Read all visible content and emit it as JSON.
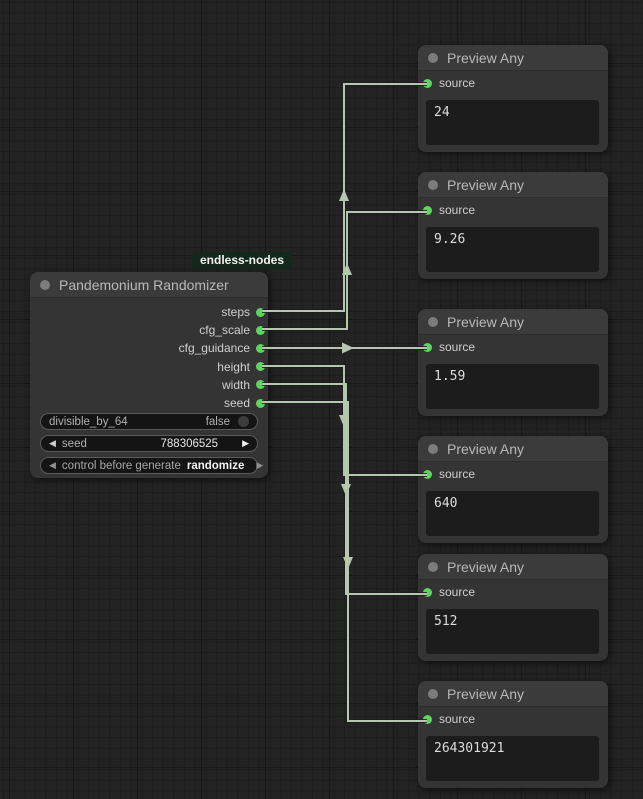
{
  "canvas": {
    "background": "#232323",
    "wire_color": "#b6c7b0",
    "port_color": "#5cd65c",
    "node_color": "#343434",
    "title_color": "#3b3b3b"
  },
  "badge": {
    "label": "endless-nodes"
  },
  "icons": {
    "arrow_left": "◀",
    "arrow_right": "▶"
  },
  "randomizer": {
    "title": "Pandemonium Randomizer",
    "outputs": [
      "steps",
      "cfg_scale",
      "cfg_guidance",
      "height",
      "width",
      "seed"
    ],
    "widgets": {
      "toggle": {
        "label": "divisible_by_64",
        "value": "false"
      },
      "seed": {
        "label": "seed",
        "value": "788306525"
      },
      "control": {
        "label": "control before generate",
        "value": "randomize"
      }
    }
  },
  "previews": [
    {
      "title": "Preview Any",
      "input": "source",
      "value": "24"
    },
    {
      "title": "Preview Any",
      "input": "source",
      "value": "9.26"
    },
    {
      "title": "Preview Any",
      "input": "source",
      "value": "1.59"
    },
    {
      "title": "Preview Any",
      "input": "source",
      "value": "640"
    },
    {
      "title": "Preview Any",
      "input": "source",
      "value": "512"
    },
    {
      "title": "Preview Any",
      "input": "source",
      "value": "264301921"
    }
  ],
  "connections": [
    {
      "from": "steps",
      "to_preview_value": "24"
    },
    {
      "from": "cfg_scale",
      "to_preview_value": "9.26"
    },
    {
      "from": "cfg_guidance",
      "to_preview_value": "1.59"
    },
    {
      "from": "height",
      "to_preview_value": "640"
    },
    {
      "from": "width",
      "to_preview_value": "512"
    },
    {
      "from": "seed",
      "to_preview_value": "264301921"
    }
  ]
}
